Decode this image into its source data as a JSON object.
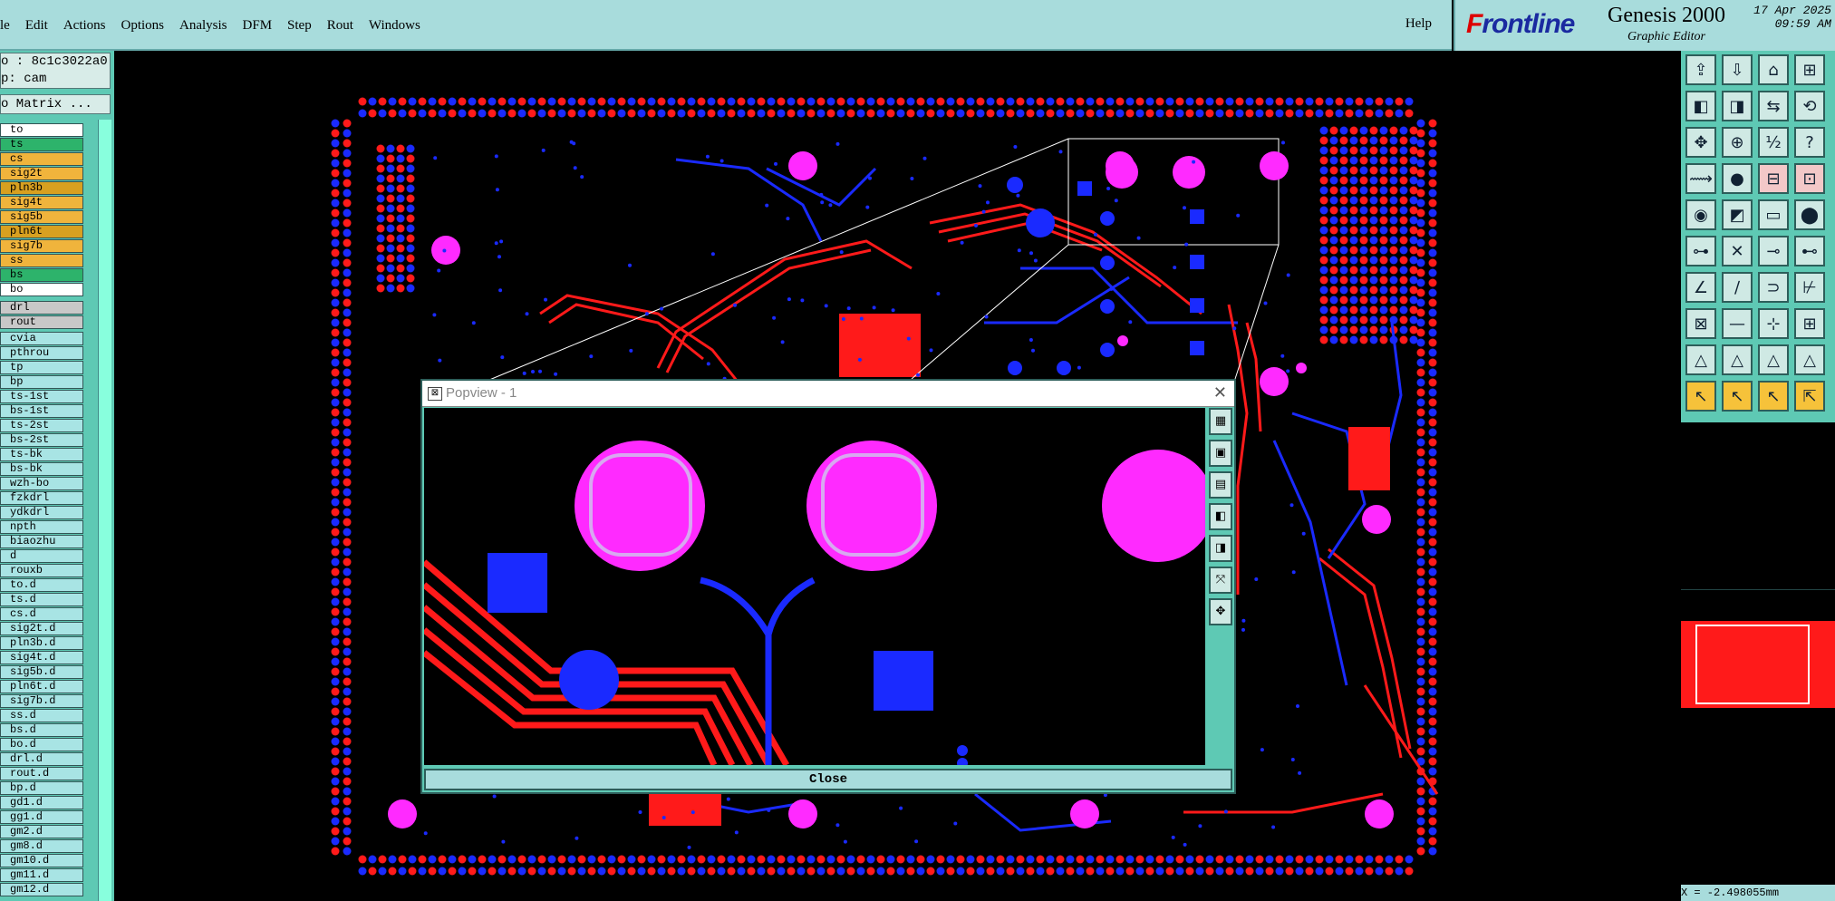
{
  "menu": {
    "items": [
      "le",
      "Edit",
      "Actions",
      "Options",
      "Analysis",
      "DFM",
      "Step",
      "Rout",
      "Windows"
    ],
    "help": "Help"
  },
  "brand": {
    "logo_prefix": "F",
    "logo_rest": "rontline",
    "product": "Genesis 2000",
    "subtitle": "Graphic Editor",
    "date": "17 Apr 2025",
    "time": "09:59 AM"
  },
  "job": {
    "line1": "o : 8c1c3022a0",
    "line2": "p: cam",
    "matrix": "o Matrix ..."
  },
  "layers": [
    {
      "name": "to",
      "color": "#ffffff"
    },
    {
      "name": "ts",
      "color": "#2db36b"
    },
    {
      "name": "cs",
      "color": "#f0b43c"
    },
    {
      "name": "sig2t",
      "color": "#f0b43c"
    },
    {
      "name": "pln3b",
      "color": "#d8a020"
    },
    {
      "name": "sig4t",
      "color": "#f0b43c"
    },
    {
      "name": "sig5b",
      "color": "#f0b43c"
    },
    {
      "name": "pln6t",
      "color": "#d8a020"
    },
    {
      "name": "sig7b",
      "color": "#f0b43c"
    },
    {
      "name": "ss",
      "color": "#f0b43c"
    },
    {
      "name": "bs",
      "color": "#2db36b"
    },
    {
      "name": "bo",
      "color": "#ffffff"
    },
    {
      "name": "drl",
      "color": "#c8c8c8"
    },
    {
      "name": "rout",
      "color": "#c8c8c8"
    },
    {
      "name": "cvia",
      "color": "#a8e4e4"
    },
    {
      "name": "pthrou",
      "color": "#a8e4e4"
    },
    {
      "name": "tp",
      "color": "#a8e4e4"
    },
    {
      "name": "bp",
      "color": "#a8e4e4"
    },
    {
      "name": "ts-1st",
      "color": "#a8e4e4"
    },
    {
      "name": "bs-1st",
      "color": "#a8e4e4"
    },
    {
      "name": "ts-2st",
      "color": "#a8e4e4"
    },
    {
      "name": "bs-2st",
      "color": "#a8e4e4"
    },
    {
      "name": "ts-bk",
      "color": "#a8e4e4"
    },
    {
      "name": "bs-bk",
      "color": "#a8e4e4"
    },
    {
      "name": "wzh-bo",
      "color": "#a8e4e4"
    },
    {
      "name": "fzkdrl",
      "color": "#a8e4e4"
    },
    {
      "name": "ydkdrl",
      "color": "#a8e4e4"
    },
    {
      "name": "npth",
      "color": "#a8e4e4"
    },
    {
      "name": "biaozhu",
      "color": "#a8e4e4"
    },
    {
      "name": "d",
      "color": "#a8e4e4"
    },
    {
      "name": "rouxb",
      "color": "#a8e4e4"
    },
    {
      "name": "to.d",
      "color": "#a8e4e4"
    },
    {
      "name": "ts.d",
      "color": "#a8e4e4"
    },
    {
      "name": "cs.d",
      "color": "#a8e4e4"
    },
    {
      "name": "sig2t.d",
      "color": "#a8e4e4"
    },
    {
      "name": "pln3b.d",
      "color": "#a8e4e4"
    },
    {
      "name": "sig4t.d",
      "color": "#a8e4e4"
    },
    {
      "name": "sig5b.d",
      "color": "#a8e4e4"
    },
    {
      "name": "pln6t.d",
      "color": "#a8e4e4"
    },
    {
      "name": "sig7b.d",
      "color": "#a8e4e4"
    },
    {
      "name": "ss.d",
      "color": "#a8e4e4"
    },
    {
      "name": "bs.d",
      "color": "#a8e4e4"
    },
    {
      "name": "bo.d",
      "color": "#a8e4e4"
    },
    {
      "name": "drl.d",
      "color": "#a8e4e4"
    },
    {
      "name": "rout.d",
      "color": "#a8e4e4"
    },
    {
      "name": "bp.d",
      "color": "#a8e4e4"
    },
    {
      "name": "gd1.d",
      "color": "#a8e4e4"
    },
    {
      "name": "gg1.d",
      "color": "#a8e4e4"
    },
    {
      "name": "gm2.d",
      "color": "#a8e4e4"
    },
    {
      "name": "gm8.d",
      "color": "#a8e4e4"
    },
    {
      "name": "gm10.d",
      "color": "#a8e4e4"
    },
    {
      "name": "gm11.d",
      "color": "#a8e4e4"
    },
    {
      "name": "gm12.d",
      "color": "#a8e4e4"
    }
  ],
  "popup": {
    "title": "Popview - 1",
    "close_label": "Close"
  },
  "coord": {
    "readout": "X = -2.498055mm"
  },
  "colors": {
    "copper_red": "#ff1a1a",
    "copper_blue": "#1a2aff",
    "pad_magenta": "#ff2aff",
    "panel": "#5ec9b4",
    "menubar": "#a8dcdc"
  }
}
